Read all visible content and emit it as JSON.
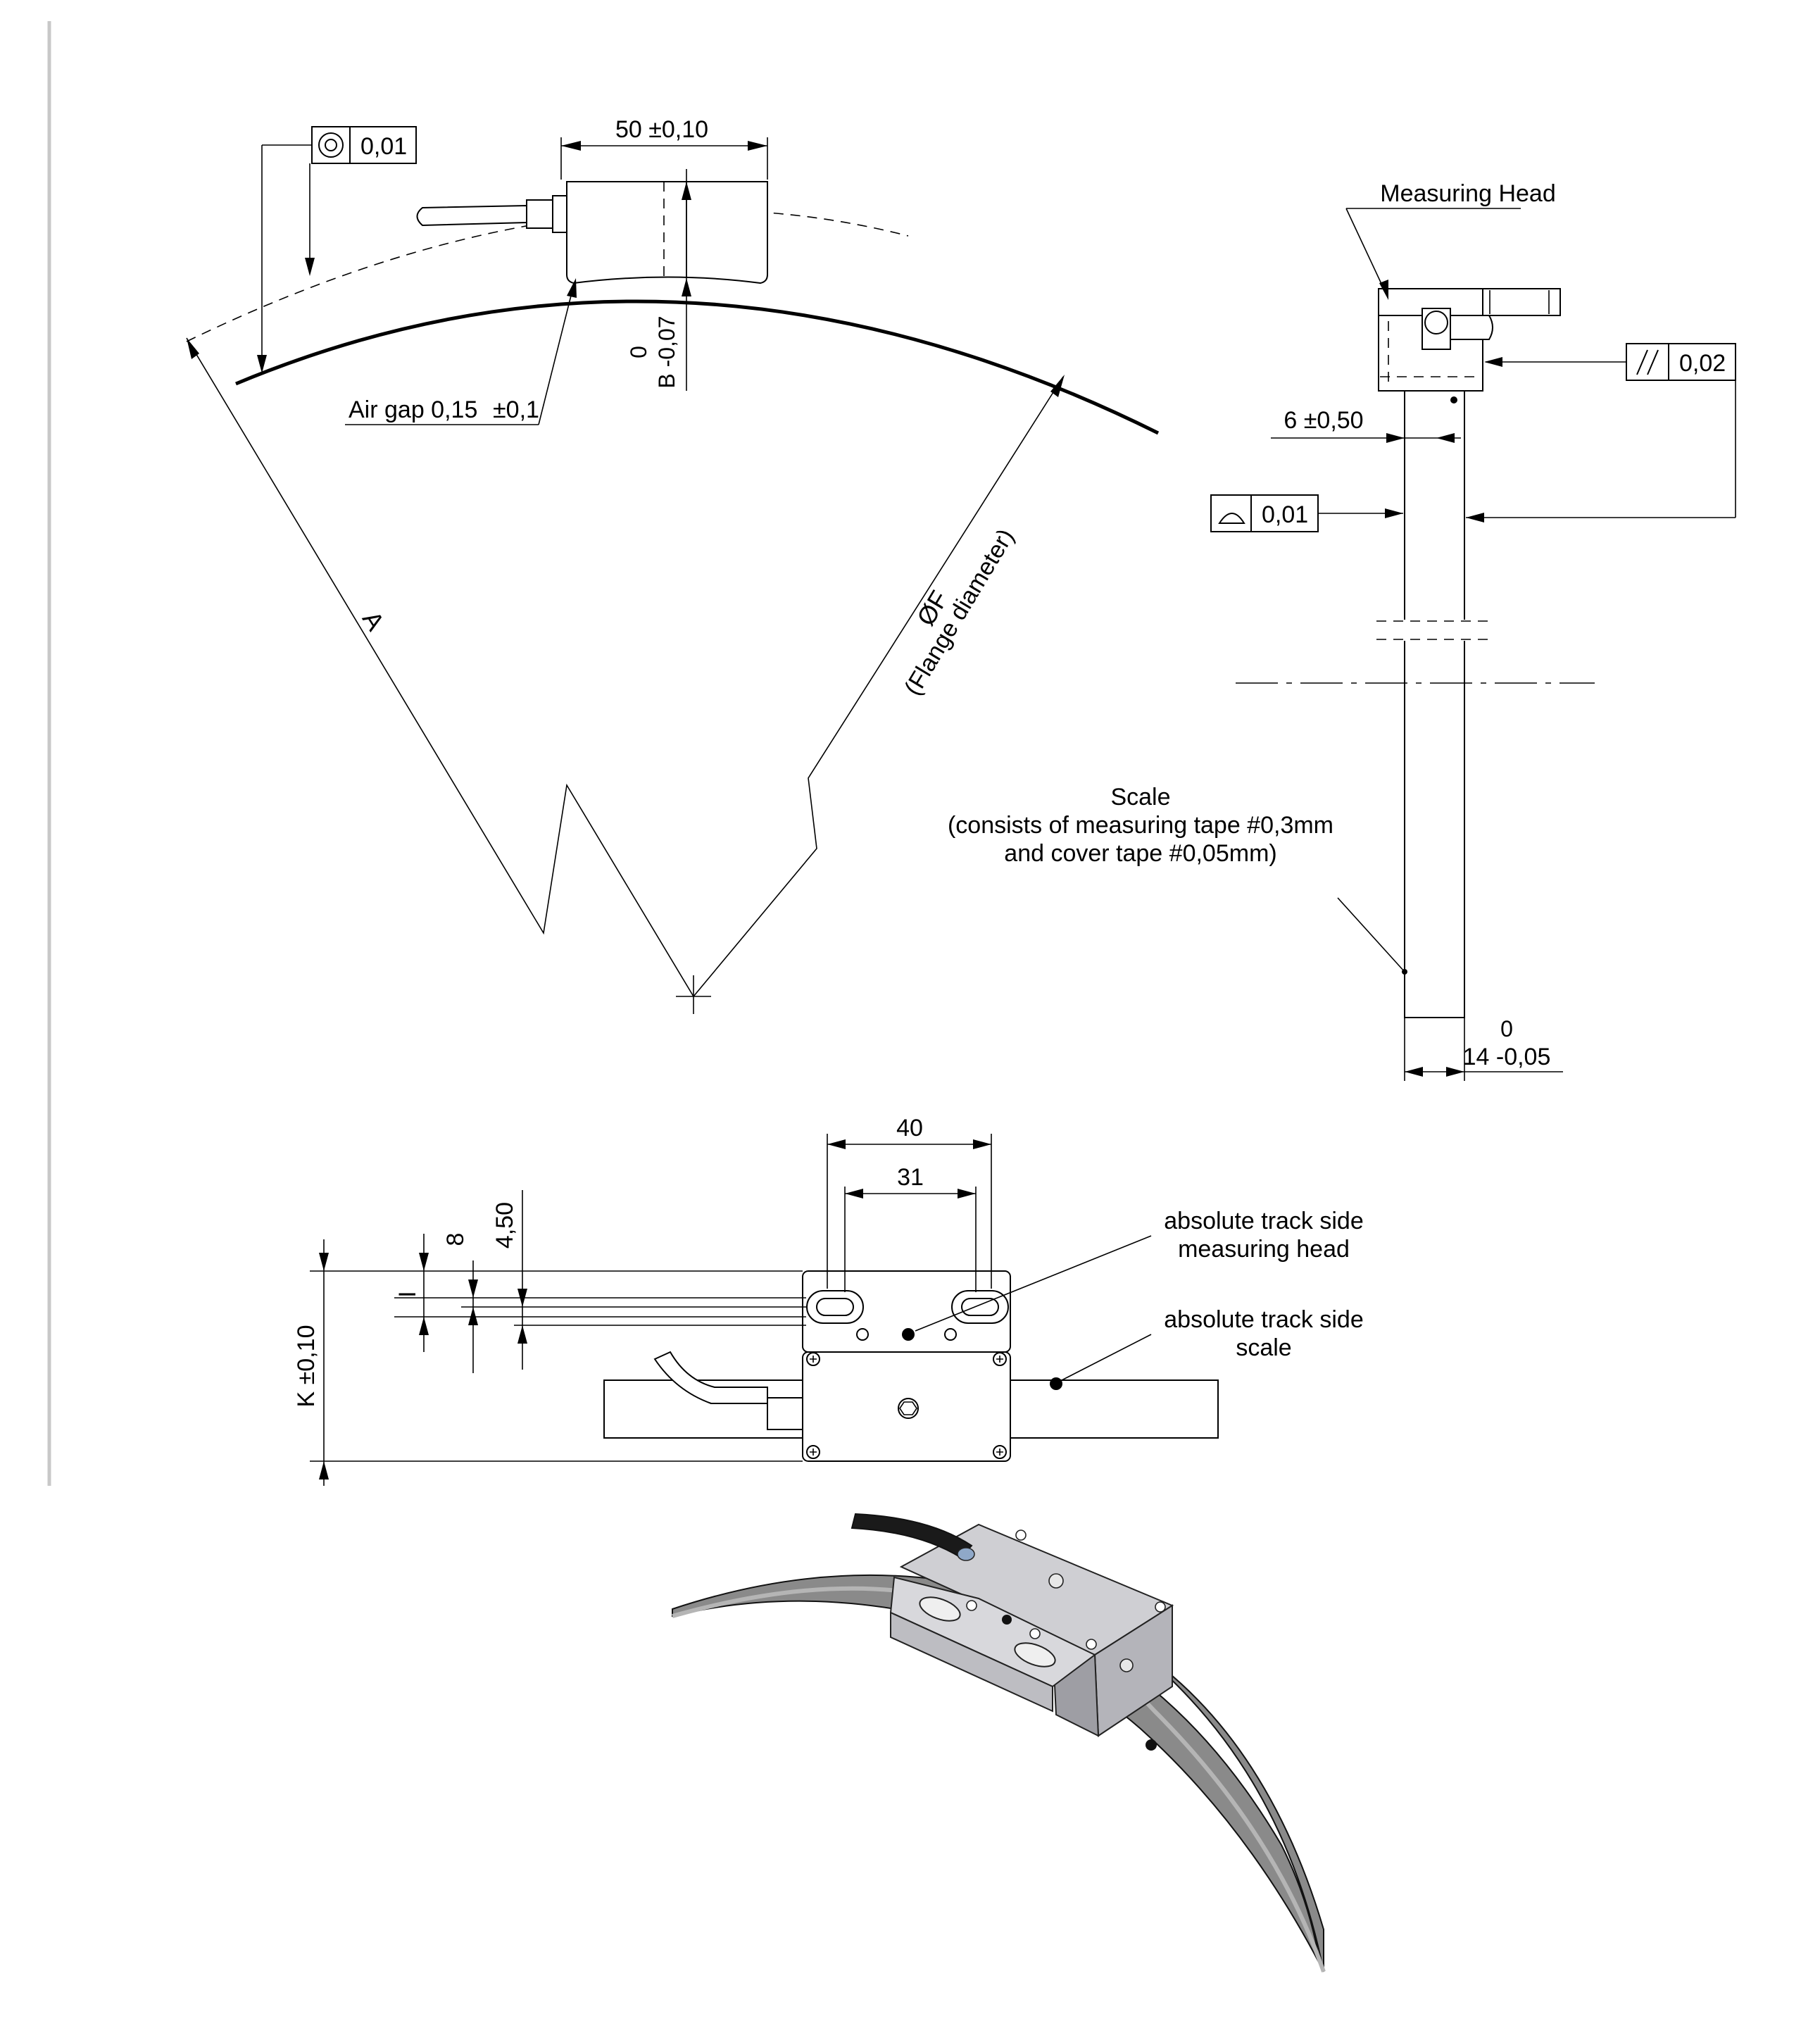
{
  "front_view": {
    "concentricity_tol": "0,01",
    "width_dim": "50 ±0,10",
    "b_dim_upper": "0",
    "b_dim_lower": "B -0,07",
    "air_gap": "Air gap 0,15",
    "air_gap_tol": "±0,1",
    "dim_a": "A",
    "dim_f": "ØF",
    "dim_f_note": "(Flange diameter)"
  },
  "side_view": {
    "head_label": "Measuring Head",
    "parallelism_tol": "0,02",
    "offset_dim": "6 ±0,50",
    "profile_tol": "0,01",
    "scale_title": "Scale",
    "scale_line2": "(consists of measuring tape  #0,3mm",
    "scale_line3": "and cover tape #0,05mm)",
    "width_upper": "0",
    "width_lower": "14 -0,05"
  },
  "top_view": {
    "dim_40": "40",
    "dim_31": "31",
    "dim_8": "8",
    "dim_450": "4,50",
    "dim_i": "I",
    "dim_k": "K ±0,10",
    "head_track_1": "absolute track side",
    "head_track_2": "measuring head",
    "scale_track_1": "absolute track side",
    "scale_track_2": "scale"
  }
}
